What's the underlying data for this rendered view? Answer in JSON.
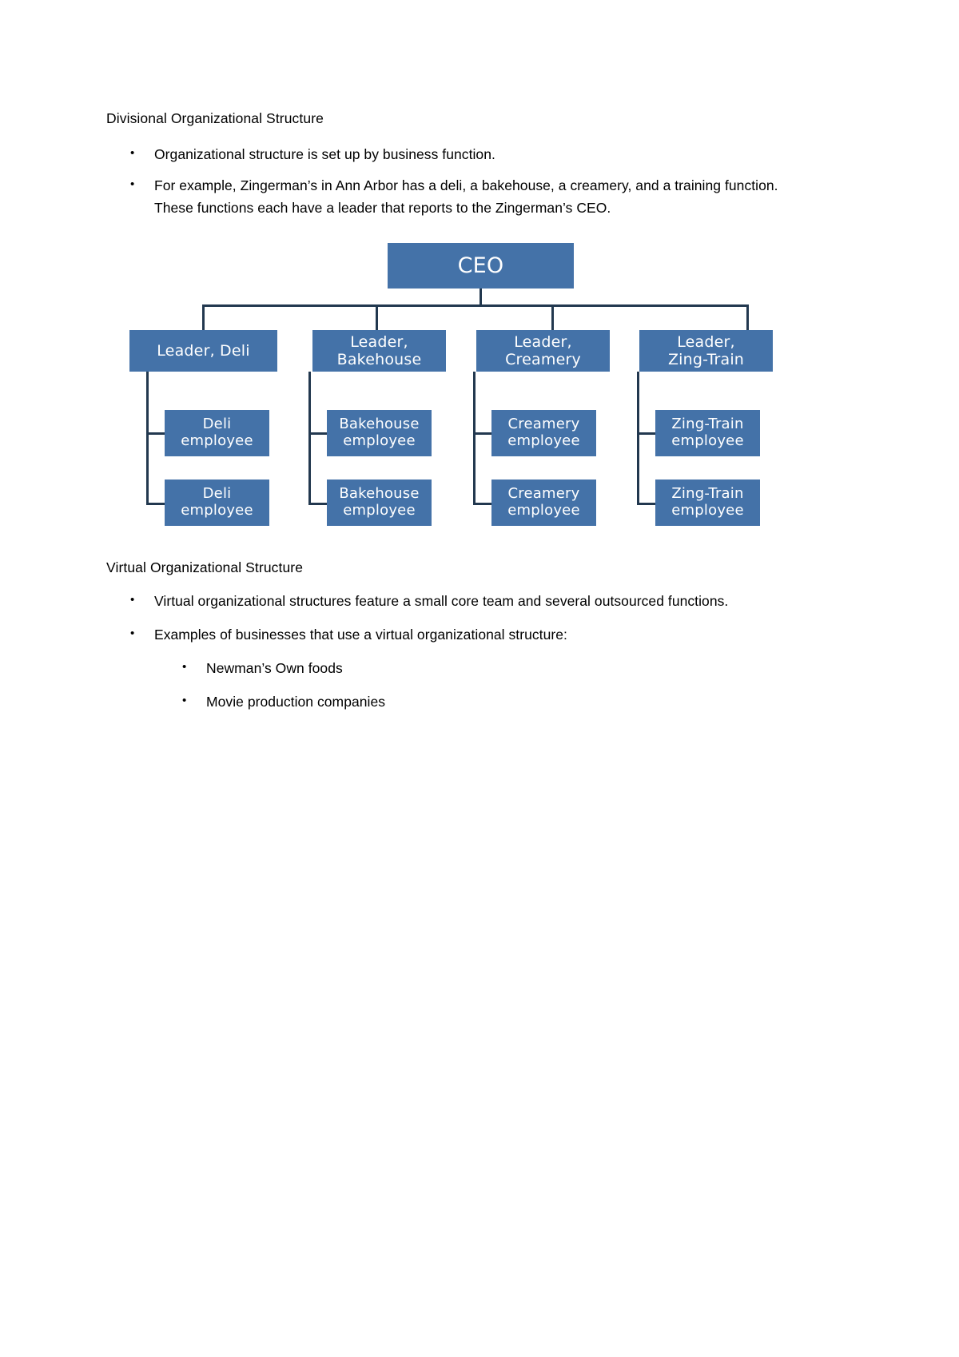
{
  "document": {
    "sections": [
      {
        "id": "divisional",
        "heading": "Divisional Organizational Structure",
        "bullets": [
          "Organizational structure is set up by business function.",
          "For example, Zingerman’s in Ann Arbor has a deli, a bakehouse, a creamery, and a training function. These functions each have a leader that reports to the Zingerman’s CEO."
        ]
      },
      {
        "id": "virtual",
        "heading": "Virtual Organizational Structure",
        "bullets": [
          "Virtual organizational structures feature a small core team and several outsourced functions.",
          "Examples of businesses that use a virtual organizational structure:"
        ],
        "subbullets": [
          "Newman’s Own foods",
          "Movie production companies"
        ]
      }
    ],
    "bullet_glyph": "•"
  },
  "chart_data": {
    "type": "diagram",
    "diagram_type": "org-chart",
    "title": "Divisional Organizational Structure",
    "colors": {
      "node_fill": "#4472a8",
      "node_text": "#ffffff",
      "connector": "#22384f",
      "background": "#ffffff"
    },
    "root": {
      "id": "ceo",
      "label": "CEO"
    },
    "divisions": [
      {
        "id": "deli",
        "leader_label": "Leader, Deli",
        "leader_lines": [
          "Leader, Deli"
        ],
        "employees": [
          "Deli employee",
          "Deli employee"
        ],
        "employee_lines": [
          [
            "Deli",
            "employee"
          ],
          [
            "Deli",
            "employee"
          ]
        ]
      },
      {
        "id": "bakehouse",
        "leader_label": "Leader, Bakehouse",
        "leader_lines": [
          "Leader,",
          "Bakehouse"
        ],
        "employees": [
          "Bakehouse employee",
          "Bakehouse employee"
        ],
        "employee_lines": [
          [
            "Bakehouse",
            "employee"
          ],
          [
            "Bakehouse",
            "employee"
          ]
        ]
      },
      {
        "id": "creamery",
        "leader_label": "Leader, Creamery",
        "leader_lines": [
          "Leader,",
          "Creamery"
        ],
        "employees": [
          "Creamery employee",
          "Creamery employee"
        ],
        "employee_lines": [
          [
            "Creamery",
            "employee"
          ],
          [
            "Creamery",
            "employee"
          ]
        ]
      },
      {
        "id": "zingtrain",
        "leader_label": "Leader, Zing-Train",
        "leader_lines": [
          "Leader,",
          "Zing-Train"
        ],
        "employees": [
          "Zing-Train employee",
          "Zing-Train employee"
        ],
        "employee_lines": [
          [
            "Zing-Train",
            "employee"
          ],
          [
            "Zing-Train",
            "employee"
          ]
        ]
      }
    ]
  }
}
